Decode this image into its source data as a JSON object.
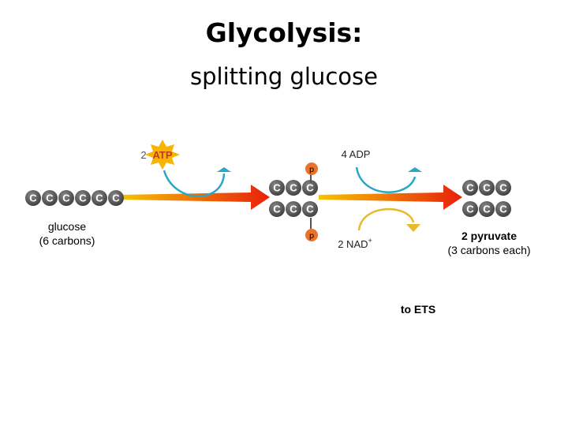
{
  "title": "Glycolysis:",
  "subtitle": "splitting glucose",
  "atp_label": "ATP",
  "atp_count": "2",
  "adp_label": "4 ADP",
  "nad_label": "2 NAD",
  "nad_superscript": "+",
  "phosphate_label": "p",
  "carbon_letter": "C",
  "glucose": {
    "name": "glucose",
    "detail": "(6 carbons)"
  },
  "pyruvate": {
    "name": "2 pyruvate",
    "detail": "(3 carbons each)"
  },
  "ets_label": "to ETS",
  "colors": {
    "carbon": "#555555",
    "arrow_start": "#f5c400",
    "arrow_end": "#e8200c",
    "blue_arrow": "#2aa6c6",
    "gold_arrow": "#e8b92a",
    "atp_star": "#f7b500",
    "atp_text": "#c0392b",
    "phosphate": "#e8732a"
  }
}
